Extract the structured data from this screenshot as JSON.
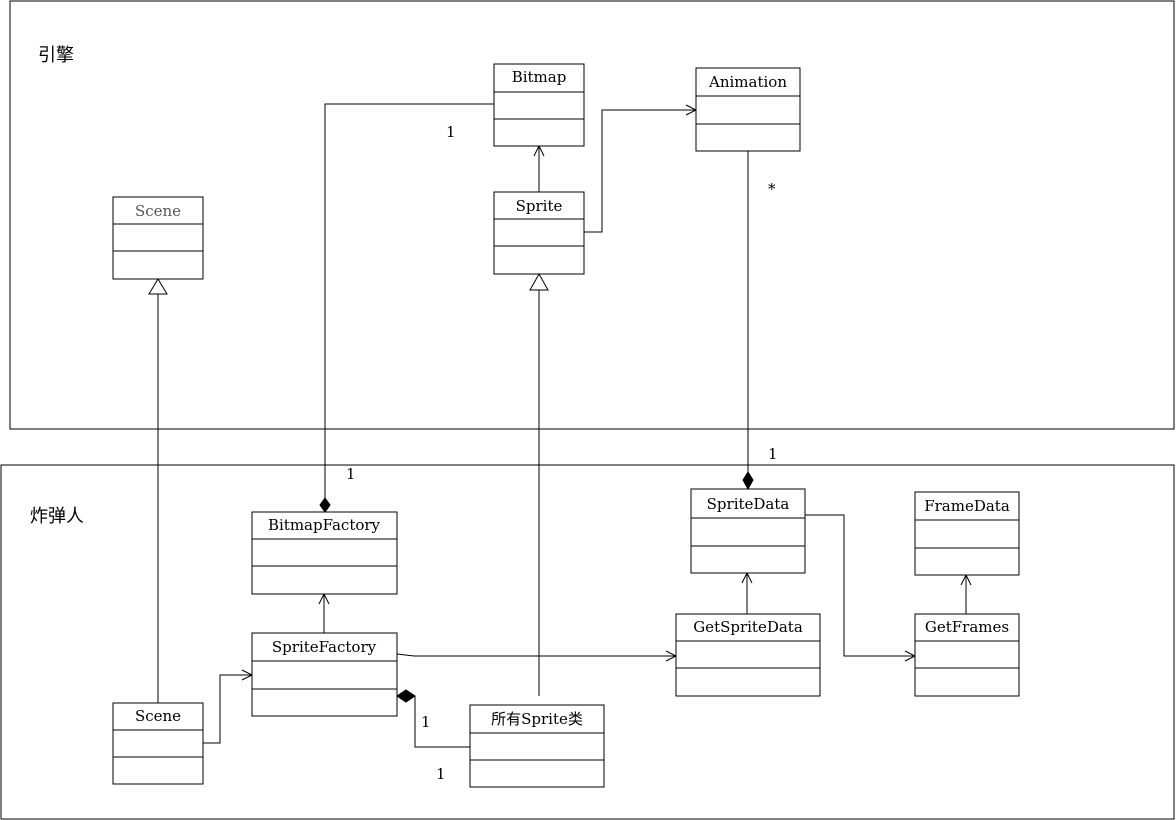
{
  "packages": {
    "engine": {
      "label": "引擎"
    },
    "game": {
      "label": "炸弹人"
    }
  },
  "classes": {
    "bitmap": {
      "name": "Bitmap"
    },
    "animation": {
      "name": "Animation"
    },
    "scene_engine": {
      "name": "Scene"
    },
    "sprite": {
      "name": "Sprite"
    },
    "bitmap_factory": {
      "name": "BitmapFactory"
    },
    "sprite_data": {
      "name": "SpriteData"
    },
    "frame_data": {
      "name": "FrameData"
    },
    "sprite_factory": {
      "name": "SpriteFactory"
    },
    "get_sprite_data": {
      "name": "GetSpriteData"
    },
    "get_frames": {
      "name": "GetFrames"
    },
    "scene_game": {
      "name": "Scene"
    },
    "all_sprites": {
      "name": "所有Sprite类"
    }
  },
  "multiplicities": {
    "bitmap_end": "1",
    "bitmap_factory_end": "1",
    "animation_end": "*",
    "sprite_data_end": "1",
    "sprite_factory_comp_end": "1",
    "all_sprites_end": "1"
  }
}
